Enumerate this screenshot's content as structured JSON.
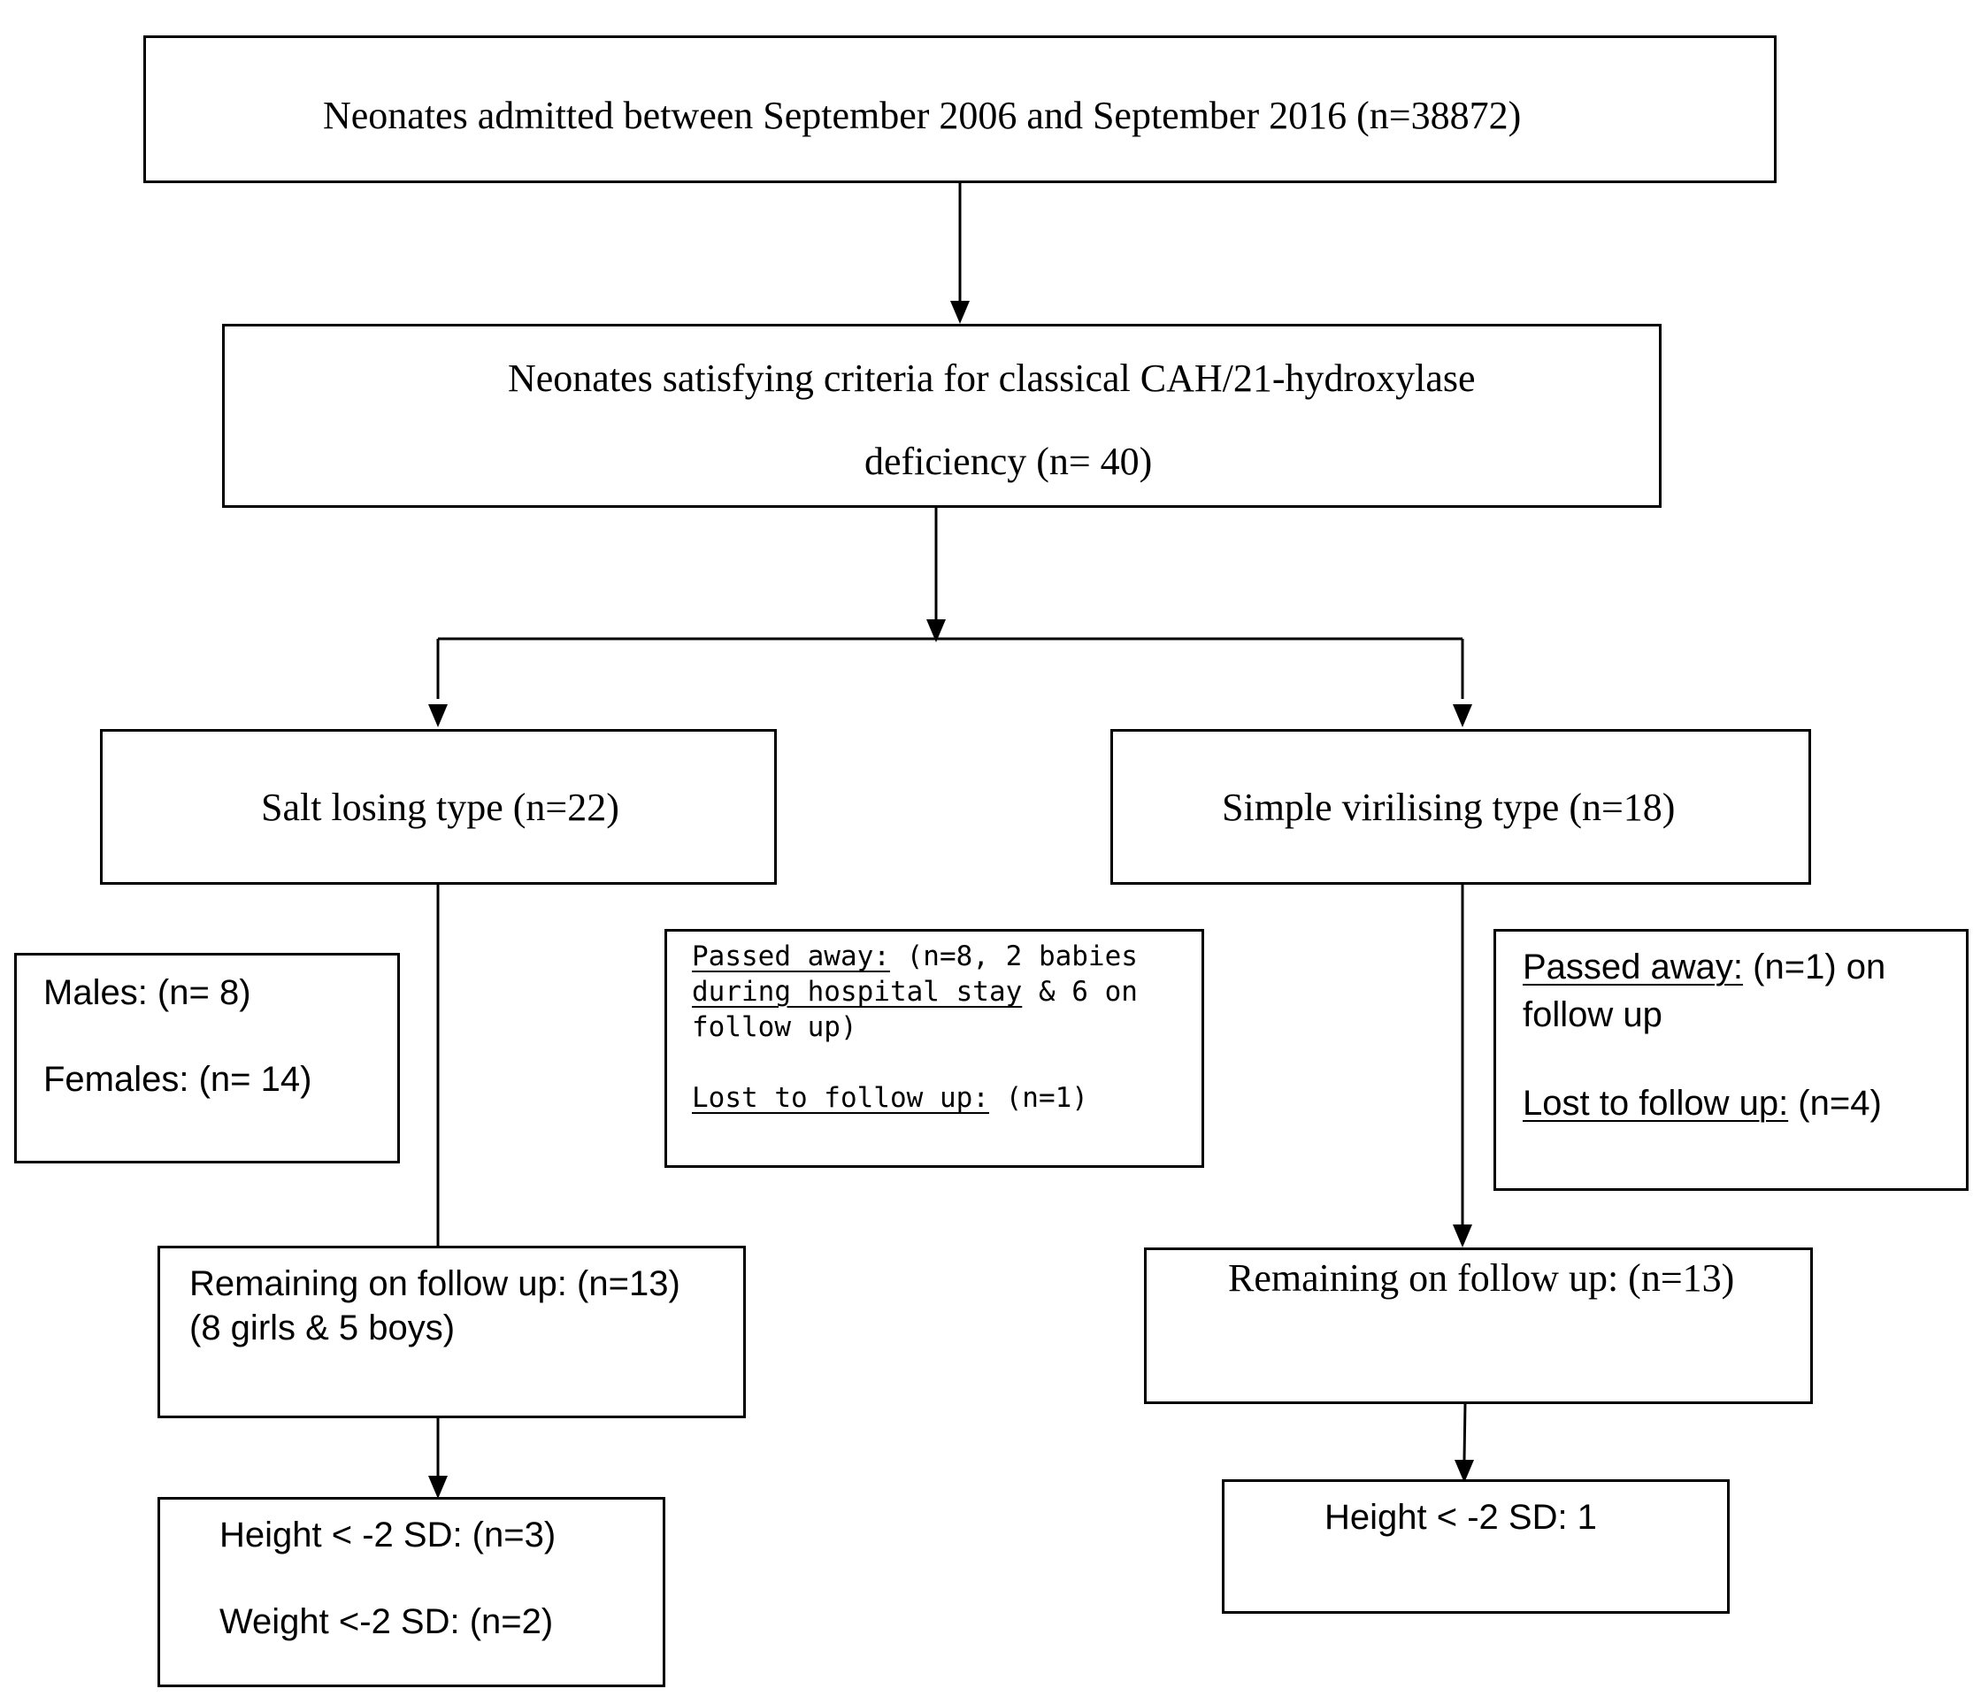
{
  "flowchart": {
    "admitted": "Neonates admitted between September 2006 and September 2016 (n=38872)",
    "criteria_line1": "Neonates satisfying criteria for classical CAH/21-hydroxylase",
    "criteria_line2": "deficiency (n= 40)",
    "salt_losing": "Salt losing type (n=22)",
    "simple_virilising": "Simple virilising type (n=18)",
    "sl_sex": {
      "males": "Males: (n= 8)",
      "females": "Females: (n= 14)"
    },
    "sl_outcomes": {
      "passed_label": "Passed away:",
      "passed_line1_rest": " (n=8, 2 babies",
      "passed_line2_under": "during hospital stay",
      "passed_line2_rest": " & 6 on",
      "passed_line3": "follow up)",
      "lost_label": "Lost to follow up:",
      "lost_value": " (n=1)"
    },
    "sv_outcomes": {
      "passed_label": "Passed away:",
      "passed_value": " (n=1) on",
      "passed_line2": "follow up",
      "lost_label": "Lost to follow up:",
      "lost_value": " (n=4)"
    },
    "sl_remaining_line1": "Remaining on follow up: (n=13)",
    "sl_remaining_line2": "(8 girls & 5 boys)",
    "sv_remaining": "Remaining on follow up: (n=13)",
    "sl_growth": {
      "height": "Height < -2 SD: (n=3)",
      "weight": "Weight <-2 SD: (n=2)"
    },
    "sv_growth": {
      "height": "Height < -2 SD: 1"
    }
  }
}
